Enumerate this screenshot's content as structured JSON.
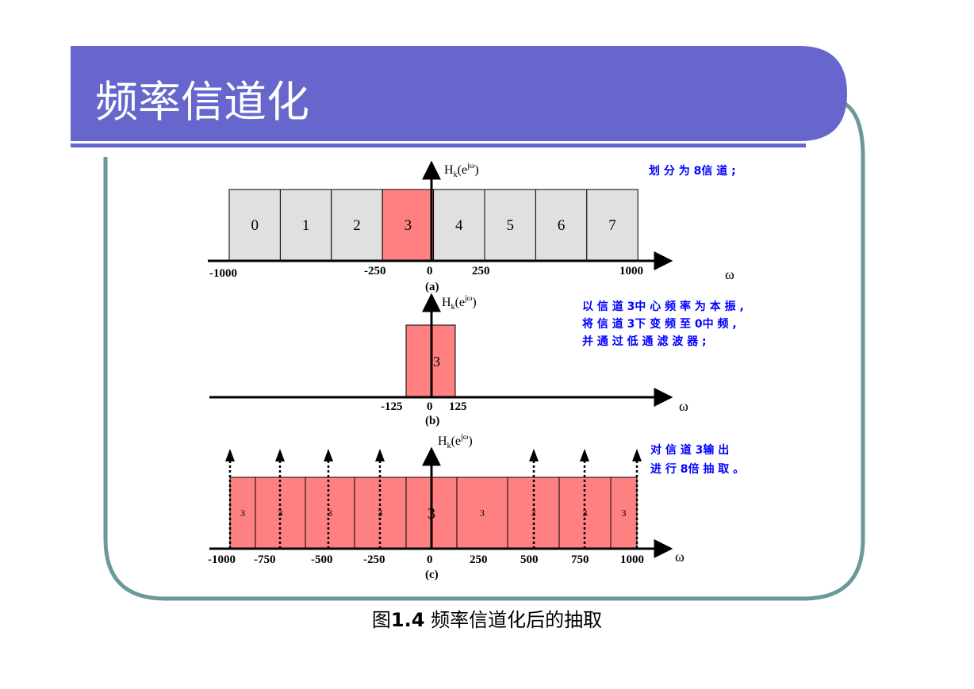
{
  "slide": {
    "title": "频率信道化",
    "caption_prefix": "图",
    "caption_number": "1.4",
    "caption_text": " 频率信道化后的抽取",
    "colors": {
      "title_bar": "#6666cc",
      "frame_border": "#6b9999",
      "channel_gray": "#e0e0e0",
      "channel_red": "#ff8080",
      "note_text": "#0000ff"
    }
  },
  "panel_a": {
    "ylabel_H": "H",
    "ylabel_sub": "k",
    "ylabel_open": "(e",
    "ylabel_sup": "jω",
    "ylabel_close": ")",
    "channels": [
      "0",
      "1",
      "2",
      "3",
      "4",
      "5",
      "6",
      "7"
    ],
    "highlight_channel": "3",
    "ticks": [
      "-1000",
      "-250",
      "0",
      "250",
      "1000"
    ],
    "omega": "ω",
    "sublabel": "(a)",
    "note": "划 分 为 8信 道 ;"
  },
  "panel_b": {
    "ylabel_H": "H",
    "ylabel_sub": "k",
    "ylabel_open": "(e",
    "ylabel_sup": "jω",
    "ylabel_close": ")",
    "channel": "3",
    "ticks": [
      "-125",
      "0",
      "125"
    ],
    "omega": "ω",
    "sublabel": "(b)",
    "note_lines": [
      "以 信 道 3中 心 频 率 为 本 振 ,",
      "将 信 道 3下 变 频 至 0中 频 ,",
      "并 通 过 低 通 滤 波 器 ;"
    ]
  },
  "panel_c": {
    "ylabel_H": "H",
    "ylabel_sub": "k",
    "ylabel_open": "(e",
    "ylabel_sup": "jω",
    "ylabel_close": ")",
    "channels": [
      "3",
      "3",
      "3",
      "3",
      "3",
      "3",
      "3",
      "3",
      "3"
    ],
    "ticks": [
      "-1000",
      "-750",
      "-500",
      "-250",
      "0",
      "250",
      "500",
      "750",
      "1000"
    ],
    "omega": "ω",
    "sublabel": "(c)",
    "note_lines": [
      "对 信 道 3输 出",
      "进 行 8倍 抽 取 。"
    ]
  }
}
